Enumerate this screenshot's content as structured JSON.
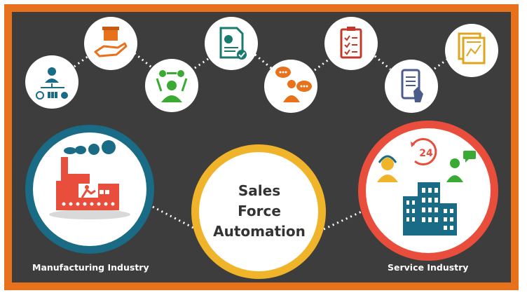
{
  "center": {
    "lines": [
      "Sales",
      "Force",
      "Automation"
    ]
  },
  "labels": {
    "left": "Manufacturing Industry",
    "right": "Service Industry"
  },
  "badge_number": "24",
  "colors": {
    "background": "#3d3d3d",
    "frame": "#e8711c",
    "teal": "#1a6b86",
    "red": "#e94e3c",
    "yellow": "#f0b42a",
    "green": "#3aaa35",
    "orange": "#e8711c"
  },
  "icons": [
    "organization-chart-icon",
    "hand-box-icon",
    "team-meeting-icon",
    "report-document-icon",
    "consultant-chat-icon",
    "clipboard-checklist-icon",
    "mobile-touch-icon",
    "analytics-document-icon"
  ]
}
